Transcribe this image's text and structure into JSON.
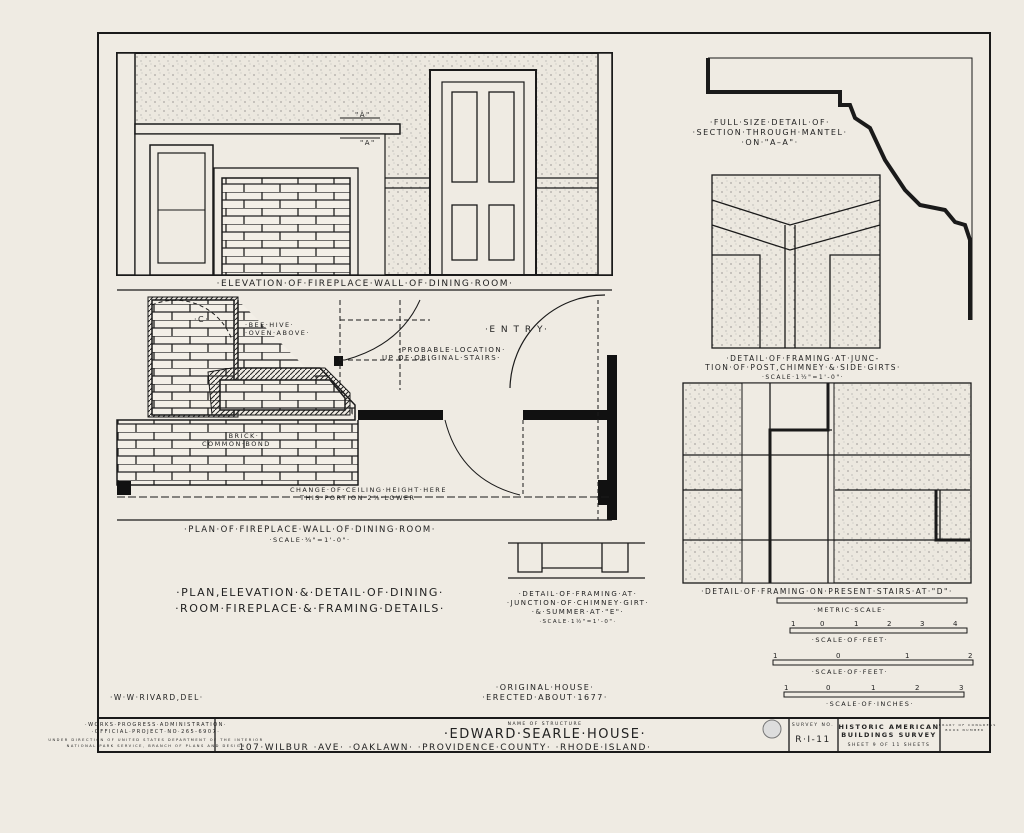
{
  "sheet": {
    "elevation_caption": "·ELEVATION·OF·FIREPLACE·WALL·OF·DINING·ROOM·",
    "plan_caption": "·PLAN·OF·FIREPLACE·WALL·OF·DINING·ROOM·",
    "plan_scale": "·SCALE·¾\"=1'-0\"·",
    "plan_labels": {
      "c": "·C·",
      "oven_1": "·BEE·HIVE·",
      "oven_2": "·OVEN·ABOVE·",
      "entry": "·E N T R Y·",
      "stairs_1": "·PROBABLE·LOCATION·",
      "stairs_2": "OF·ORIGINAL·STAIRS·",
      "up": "UP",
      "brick_1": "·BRICK·",
      "brick_2": "COMMON·BOND",
      "ceiling_1": "CHANGE·OF·CEILING·HEIGHT·HERE",
      "ceiling_2": "THIS·PORTION·2⅞·LOWER"
    },
    "elevation_mark": "\"A\"",
    "main_title_1": "·PLAN,ELEVATION·&·DETAIL·OF·DINING·",
    "main_title_2": "·ROOM·FIREPLACE·&·FRAMING·DETAILS·",
    "mantel_detail": [
      "·FULL·SIZE·DETAIL·OF·",
      "·SECTION·THROUGH·MANTEL·",
      "·ON·\"A–A\"·"
    ],
    "post_detail": [
      "·DETAIL·OF·FRAMING·AT·JUNC-",
      "TION·OF·POST,CHIMNEY·&·SIDE·GIRTS·",
      "·SCALE·1½\"=1'-0\"·"
    ],
    "summer_detail": [
      "·DETAIL·OF·FRAMING·AT·",
      "·JUNCTION·OF·CHIMNEY·GIRT·",
      "·&·SUMMER·AT·\"E\"·",
      "·SCALE·1½\"=1'-0\"·"
    ],
    "stairs_detail": "·DETAIL·OF·FRAMING·ON·PRESENT·STAIRS·AT·\"D\"·",
    "scales": [
      {
        "label": "·METRIC·SCALE·",
        "ticks": []
      },
      {
        "label": "·SCALE·OF·FEET·",
        "ticks": [
          "1",
          "0",
          "1",
          "2",
          "3",
          "4"
        ]
      },
      {
        "label": "·SCALE·OF·FEET·",
        "ticks": [
          "1",
          "0",
          "1",
          "2"
        ]
      },
      {
        "label": "·SCALE·OF·INCHES·",
        "ticks": [
          "1",
          "0",
          "1",
          "2",
          "3"
        ]
      }
    ],
    "delineator": "·W·W·RIVARD,DEL·",
    "original_house_1": "·ORIGINAL·HOUSE·",
    "original_house_2": "·ERECTED·ABOUT·1677·"
  },
  "title_block": {
    "wpa_1": "·WORKS·PROGRESS·ADMINISTRATION·",
    "wpa_2": "·OFFICIAL·PROJECT·NO·265-6907·",
    "dept_1": "UNDER DIRECTION OF UNITED STATES DEPARTMENT OF THE INTERIOR",
    "dept_2": "NATIONAL PARK SERVICE, BRANCH OF PLANS AND DESIGN",
    "name_label": "NAME OF STRUCTURE",
    "name": "·EDWARD·SEARLE·HOUSE·",
    "address": "107·WILBUR ·AVE· ·OAKLAWN· ·PROVIDENCE·COUNTY· ·RHODE·ISLAND·",
    "survey_label": "SURVEY NO.",
    "survey_no": "R·I-11",
    "habs_1": "HISTORIC AMERICAN",
    "habs_2": "BUILDINGS SURVEY",
    "sheet_of": "SHEET 9 OF 11 SHEETS",
    "loc_1": "LIBRARY OF CONGRESS",
    "loc_2": "BOOK NUMBER"
  }
}
